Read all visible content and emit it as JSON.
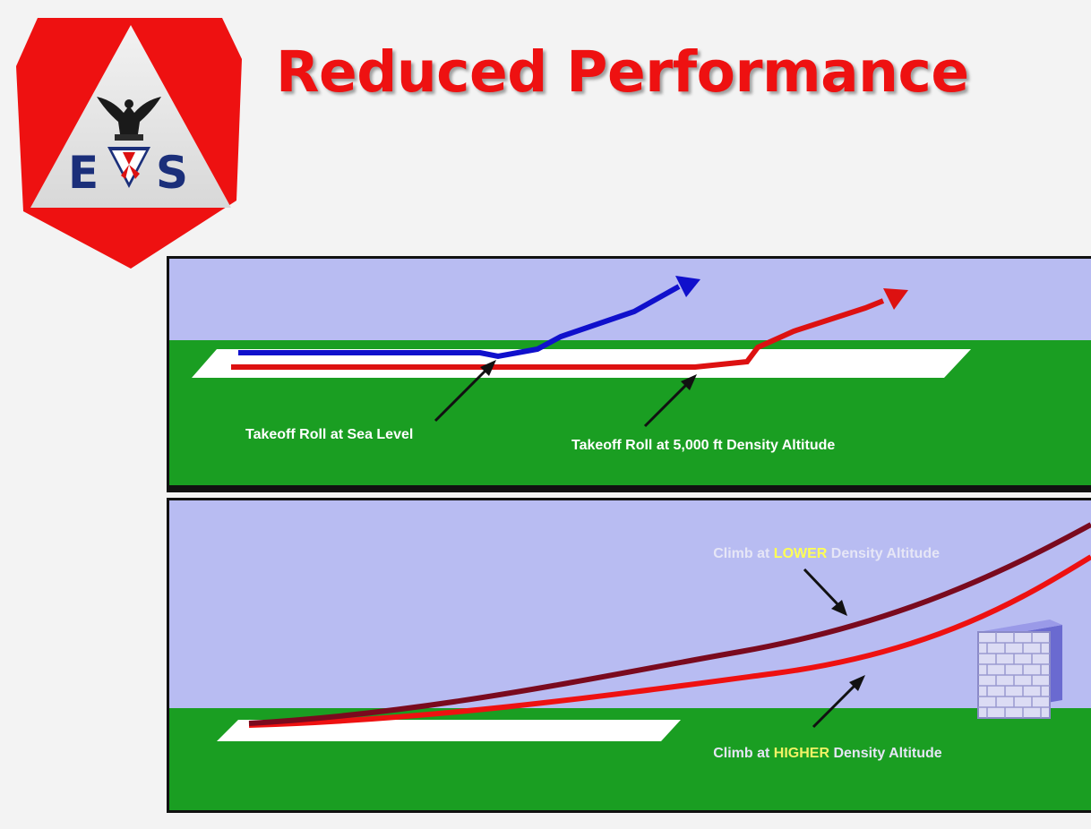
{
  "slide": {
    "title": "Reduced Performance"
  },
  "logo": {
    "letters_left": "E",
    "letters_right": "S",
    "colors": {
      "shield": "#ee1111",
      "triangle": "#e4e4e4",
      "letters": "#1b2f7a"
    }
  },
  "takeoff_diagram": {
    "sea_level_label": "Takeoff Roll at Sea Level",
    "density_alt_label": "Takeoff Roll at 5,000 ft Density Altitude",
    "colors": {
      "sky": "#b8bcf2",
      "ground": "#1a9e22",
      "runway": "#ffffff",
      "sea_level_path": "#1010cc",
      "density_path": "#dd1111"
    }
  },
  "climb_diagram": {
    "lower_label_prefix": "Climb at ",
    "lower_label_highlight": "LOWER",
    "lower_label_suffix": " Density Altitude",
    "higher_label_prefix": "Climb at ",
    "higher_label_highlight": "HIGHER",
    "higher_label_suffix": " Density Altitude",
    "colors": {
      "lower_path": "#7a0a1e",
      "higher_path": "#ee1111",
      "building": "#c8c8ec"
    }
  }
}
